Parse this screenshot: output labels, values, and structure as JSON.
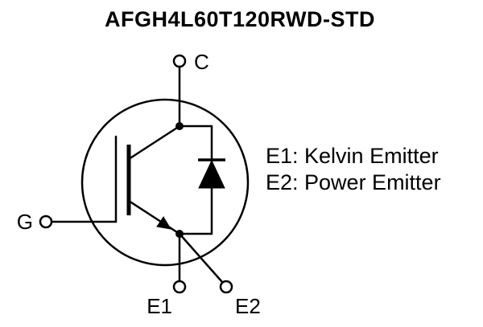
{
  "title": "AFGH4L60T120RWD-STD",
  "terminals": {
    "collector_label": "C",
    "gate_label": "G",
    "emitter1_label": "E1",
    "emitter2_label": "E2"
  },
  "legend": {
    "line1": "E1: Kelvin Emitter",
    "line2": "E2: Power Emitter"
  },
  "colors": {
    "line": "#000000",
    "background": "#ffffff"
  }
}
